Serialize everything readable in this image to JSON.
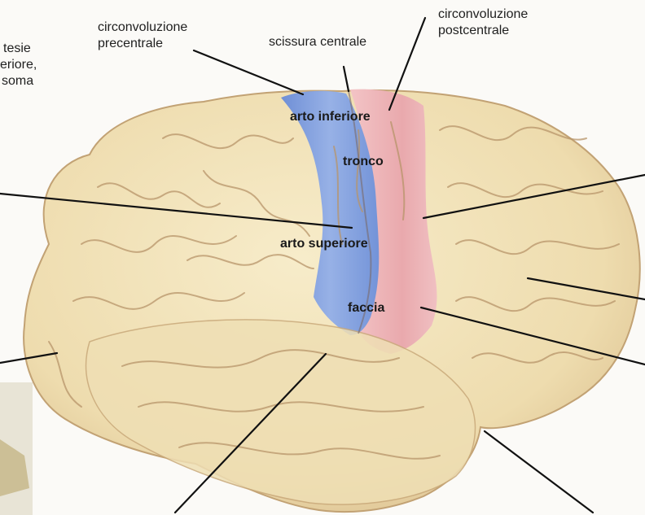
{
  "labels": {
    "precentral_line1": "circonvoluzione",
    "precentral_line2": "precentrale",
    "central_sulcus": "scissura centrale",
    "postcentral_line1": "circonvoluzione",
    "postcentral_line2": "postcentrale",
    "left_cut_line1": "tesie",
    "left_cut_line2": "eriore,",
    "left_cut_line3": "soma"
  },
  "regions": {
    "lower_limb": "arto inferiore",
    "trunk": "tronco",
    "upper_limb": "arto superiore",
    "face": "faccia"
  },
  "colors": {
    "brain": "#f1e2ba",
    "brain_shadow": "#c9a97a",
    "motor_cortex": "#7f9fdc",
    "sensory_cortex": "#ecb5b8",
    "leader_line": "#111111"
  }
}
